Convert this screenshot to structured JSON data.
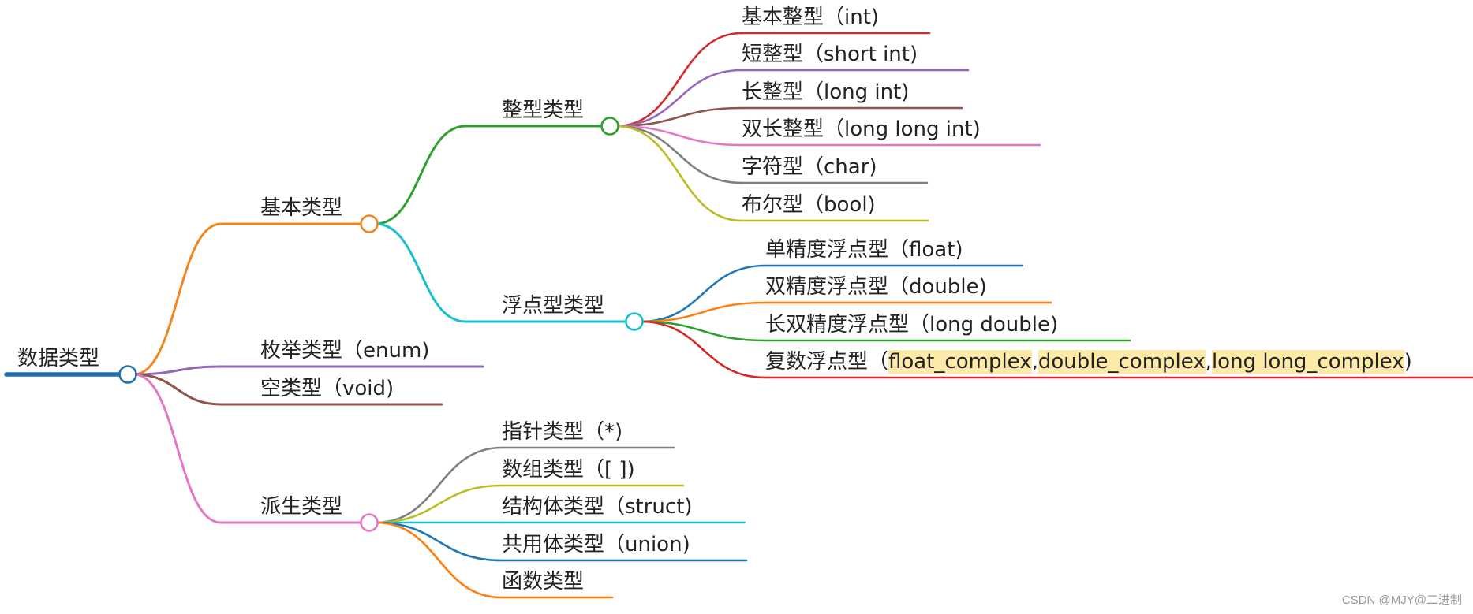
{
  "mindmap": {
    "root": {
      "label": "数据类型",
      "color": "#1f6fb3"
    },
    "branches": [
      {
        "label": "基本类型",
        "color": "#f0871e",
        "children": [
          {
            "label": "整型类型",
            "color": "#2ea02e",
            "children": [
              {
                "label": "基本整型（int)",
                "color": "#d42a2a"
              },
              {
                "label": "短整型（short int)",
                "color": "#9467bd"
              },
              {
                "label": "长整型（long int)",
                "color": "#8c564b"
              },
              {
                "label": "双长整型（long long int)",
                "color": "#e377c2"
              },
              {
                "label": "字符型（char)",
                "color": "#7f7f7f"
              },
              {
                "label": "布尔型（bool)",
                "color": "#bcbd22"
              }
            ]
          },
          {
            "label": "浮点型类型",
            "color": "#17becf",
            "children": [
              {
                "label": "单精度浮点型（float)",
                "color": "#1f77b4"
              },
              {
                "label": "双精度浮点型（double)",
                "color": "#ff7f0e"
              },
              {
                "label": "长双精度浮点型（long double)",
                "color": "#2ca02c"
              },
              {
                "label": "复数浮点型（float_complex,double_complex,long long_complex)",
                "color": "#d62728",
                "segments": [
                  {
                    "text": "复数浮点型（",
                    "hl": false
                  },
                  {
                    "text": "float_complex",
                    "hl": true
                  },
                  {
                    "text": ",",
                    "hl": false
                  },
                  {
                    "text": "double_complex",
                    "hl": true
                  },
                  {
                    "text": ",",
                    "hl": false
                  },
                  {
                    "text": "long long_complex",
                    "hl": true
                  },
                  {
                    "text": ")",
                    "hl": false
                  }
                ]
              }
            ]
          }
        ]
      },
      {
        "label": "枚举类型（enum)",
        "color": "#9467bd"
      },
      {
        "label": "空类型（void)",
        "color": "#8c564b"
      },
      {
        "label": "派生类型",
        "color": "#e377c2",
        "children": [
          {
            "label": "指针类型（*)",
            "color": "#7f7f7f"
          },
          {
            "label": "数组类型（[ ])",
            "color": "#bcbd22"
          },
          {
            "label": "结构体类型（struct)",
            "color": "#17becf"
          },
          {
            "label": "共用体类型（union)",
            "color": "#1f77b4"
          },
          {
            "label": "函数类型",
            "color": "#ff7f0e"
          }
        ]
      }
    ]
  },
  "watermark": "CSDN @MJY@二进制"
}
